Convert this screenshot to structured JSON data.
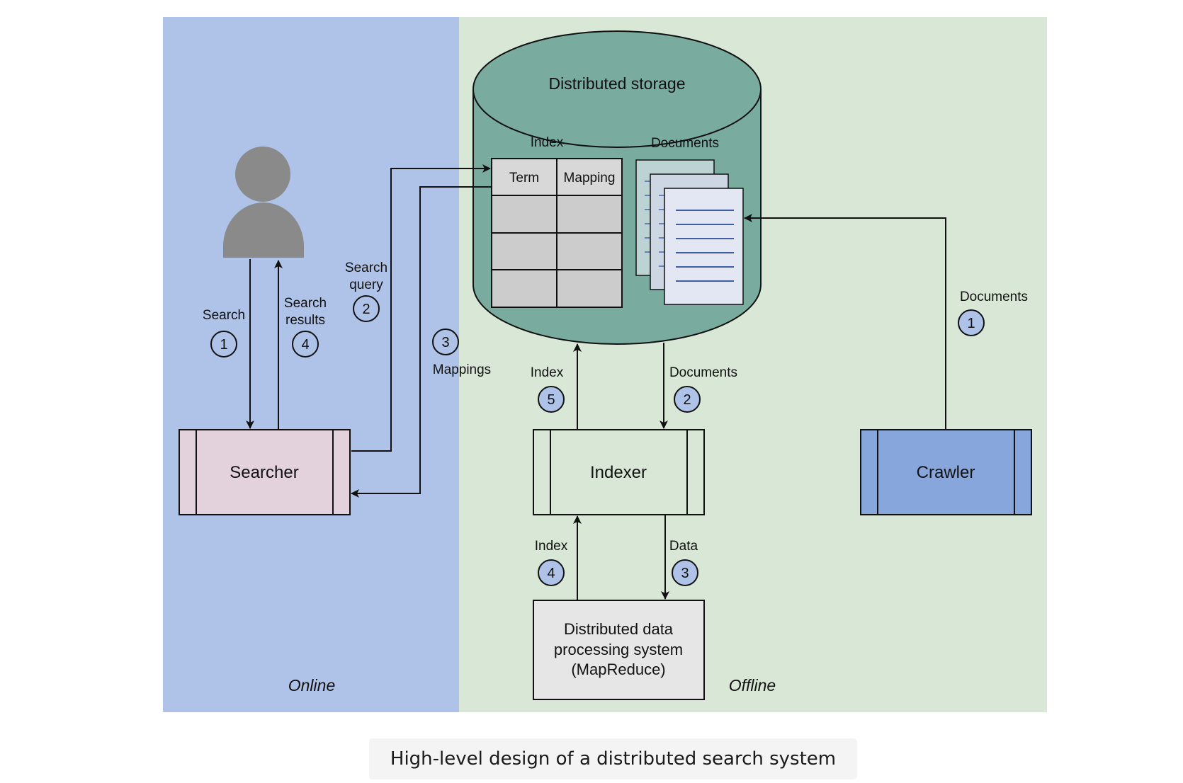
{
  "zones": {
    "online": "Online",
    "offline": "Offline"
  },
  "storage": {
    "title": "Distributed storage",
    "index_label": "Index",
    "documents_label": "Documents"
  },
  "index_table": {
    "col_term": "Term",
    "col_mapping": "Mapping",
    "empty_rows": 3
  },
  "nodes": {
    "searcher": "Searcher",
    "indexer": "Indexer",
    "crawler": "Crawler",
    "mapreduce": [
      "Distributed data",
      "processing system",
      "(MapReduce)"
    ]
  },
  "online_flow": {
    "search": {
      "label": "Search",
      "step": "1"
    },
    "results": {
      "label": [
        "Search",
        "results"
      ],
      "step": "4"
    },
    "query": {
      "label": [
        "Search",
        "query"
      ],
      "step": "2"
    },
    "mappings": {
      "label": "Mappings",
      "step": "3"
    }
  },
  "offline_flow": {
    "crawler_docs": {
      "label": "Documents",
      "step": "1"
    },
    "storage_docs": {
      "label": "Documents",
      "step": "2"
    },
    "data": {
      "label": "Data",
      "step": "3"
    },
    "mr_index": {
      "label": "Index",
      "step": "4"
    },
    "indexer_index": {
      "label": "Index",
      "step": "5"
    }
  },
  "caption": "High-level design of a distributed search system",
  "colors": {
    "online_bg": "#afc3e9",
    "offline_bg": "#d9e8d6",
    "storage_fill": "#7aab9f",
    "searcher_fill": "#e3d1dc",
    "indexer_fill": "#d9e8d6",
    "crawler_fill": "#86a6dc",
    "mapreduce_fill": "#e6e6e6",
    "user_icon": "#8a8a8a",
    "badge_offline": "#afc3e9",
    "table_cell": "#cccccc"
  }
}
